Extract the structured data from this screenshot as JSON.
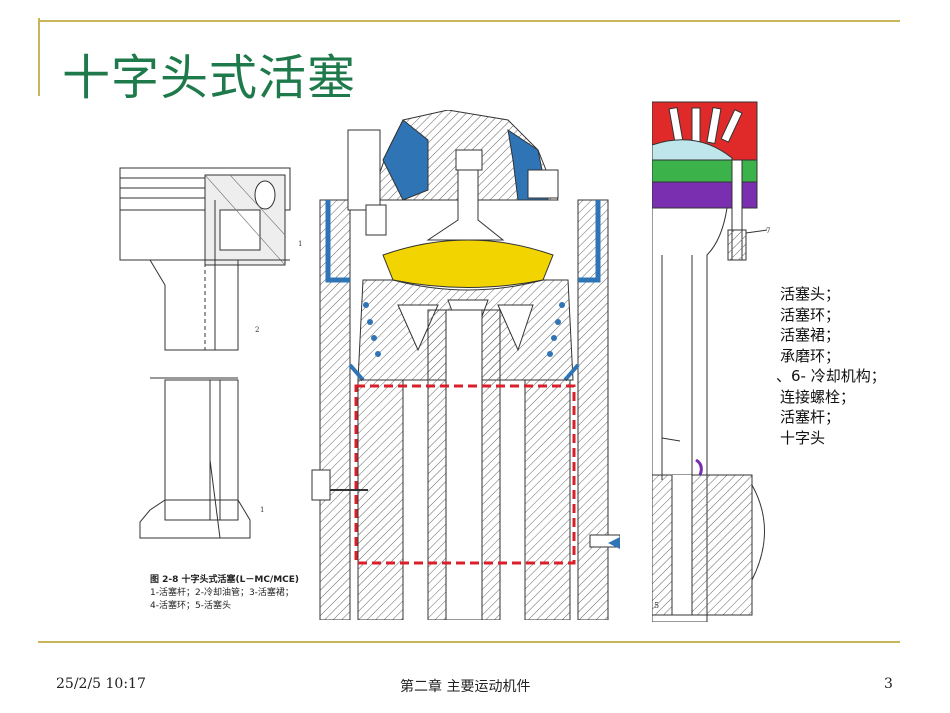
{
  "slide": {
    "title": "十字头式活塞",
    "footer_date": "25/2/5 10:17",
    "footer_chapter": "第二章  主要运动机件",
    "page_number": "3"
  },
  "figure_caption": {
    "line1": "图 2-8   十字头式活塞(L－MC/MCE)",
    "line2": "1-活塞杆；2-冷却油管；3-活塞裙；",
    "line3": "4-活塞环；5-活塞头"
  },
  "legend": [
    "活塞头；",
    "活塞环；",
    "活塞裙；",
    "承磨环；",
    "、6- 冷却机构；",
    "连接螺栓；",
    "活塞杆；",
    "十字头"
  ],
  "colors": {
    "title": "#1e7a4a",
    "rule": "#c9b55a",
    "cooling_blue": "#2f74b5",
    "piston_crown_yellow": "#f2d400",
    "dash_red": "#d9202a",
    "crown_red": "#e02a2a",
    "green": "#3bb34a",
    "purple": "#7a2fb0",
    "light_cyan": "#bfe6ea"
  }
}
